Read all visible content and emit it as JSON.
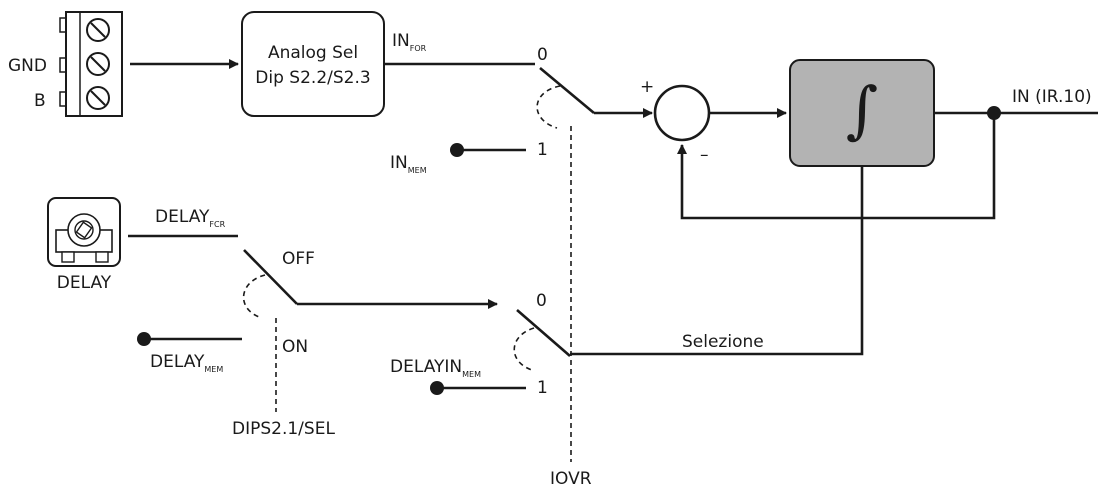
{
  "terminal": {
    "gnd_label": "GND",
    "b_label": "B"
  },
  "analog_block": {
    "line1": "Analog Sel",
    "line2": "Dip S2.2/S2.3"
  },
  "signals": {
    "in_for_main": "IN",
    "in_for_sub": "FOR",
    "in_mem_main": "IN",
    "in_mem_sub": "MEM",
    "delay_for_main": "DELAY",
    "delay_for_sub": "FCR",
    "delay_mem_main": "DELAY",
    "delay_mem_sub": "MEM",
    "delayin_mem_main": "DELAYIN",
    "delayin_mem_sub": "MEM"
  },
  "switch_positions": {
    "top_zero": "0",
    "top_one": "1",
    "bottom_zero": "0",
    "bottom_one": "1",
    "delay_off": "OFF",
    "delay_on": "ON"
  },
  "summing": {
    "plus": "+",
    "minus": "–"
  },
  "integrator": {
    "symbol": "∫"
  },
  "output": {
    "label": "IN (IR.10)"
  },
  "selection": {
    "label": "Selezione"
  },
  "delay_pot": {
    "label": "DELAY"
  },
  "dip_select": {
    "label": "DIPS2.1/SEL"
  },
  "override": {
    "label": "IOVR"
  },
  "colors": {
    "line": "#1a1a1a",
    "integrator_fill": "#b3b3b3",
    "background": "#ffffff"
  }
}
